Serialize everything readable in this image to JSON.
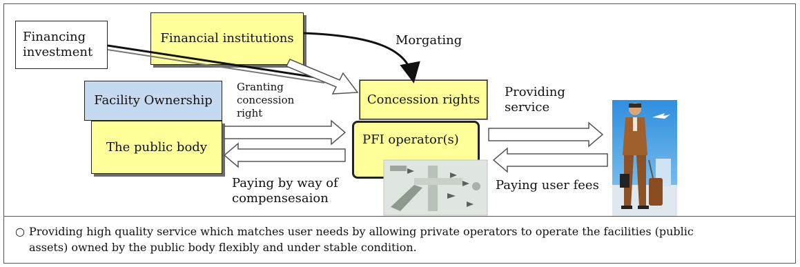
{
  "boxes": {
    "financing": "Financing investment",
    "financial": "Financial institutions",
    "ownership": "Facility Ownership",
    "public": "The public body",
    "concession": "Concession rights",
    "pfi": "PFI operator(s)"
  },
  "labels": {
    "morgating": "Morgating",
    "granting_1": "Granting",
    "granting_2": "concession",
    "granting_3": "right",
    "providing_1": "Providing",
    "providing_2": "service",
    "paying_comp_1": "Paying by way of",
    "paying_comp_2": "compensesaion",
    "paying_fees": "Paying user fees"
  },
  "note": {
    "bullet": "○",
    "text_1": "Providing high quality service which matches user needs by allowing private operators to operate the facilities (public",
    "text_2": "assets) owned by the public body flexibly and under stable condition."
  },
  "colors": {
    "yellow": "#ffff99",
    "blue": "#c5d9f1",
    "sky": "#3b9be0",
    "suit": "#a0602e"
  }
}
